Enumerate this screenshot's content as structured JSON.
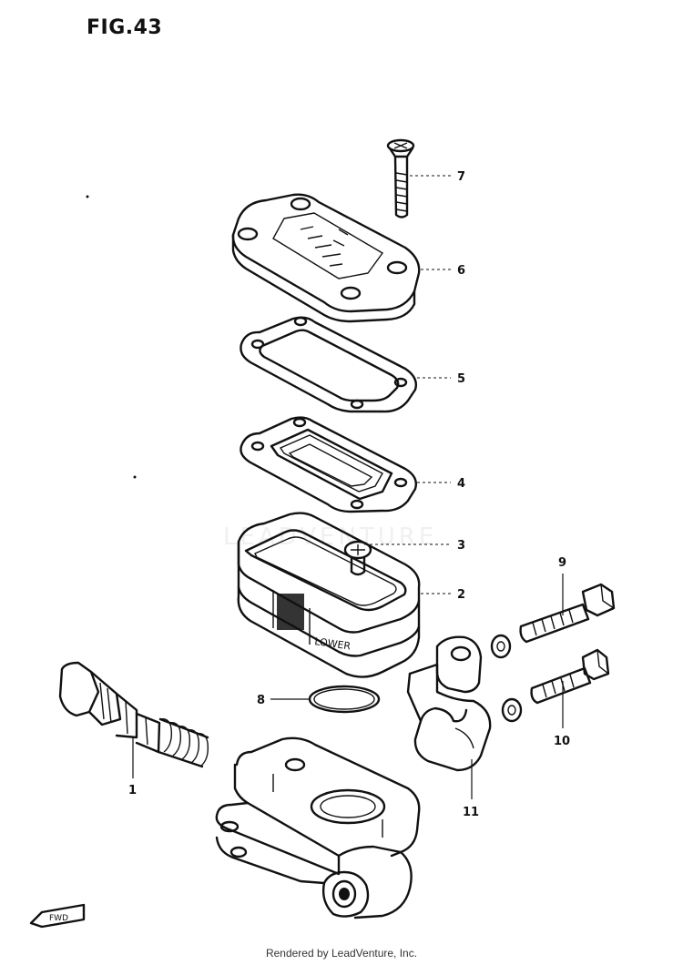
{
  "figure": {
    "title": "FIG.43",
    "watermark": "LEADVENTURE",
    "part_marking": "LOWER",
    "direction_marker": "FWD",
    "footer": "Rendered by LeadVenture, Inc."
  },
  "callouts": [
    {
      "number": "1"
    },
    {
      "number": "2"
    },
    {
      "number": "3"
    },
    {
      "number": "4"
    },
    {
      "number": "5"
    },
    {
      "number": "6"
    },
    {
      "number": "7"
    },
    {
      "number": "8"
    },
    {
      "number": "9"
    },
    {
      "number": "10"
    },
    {
      "number": "11"
    }
  ]
}
